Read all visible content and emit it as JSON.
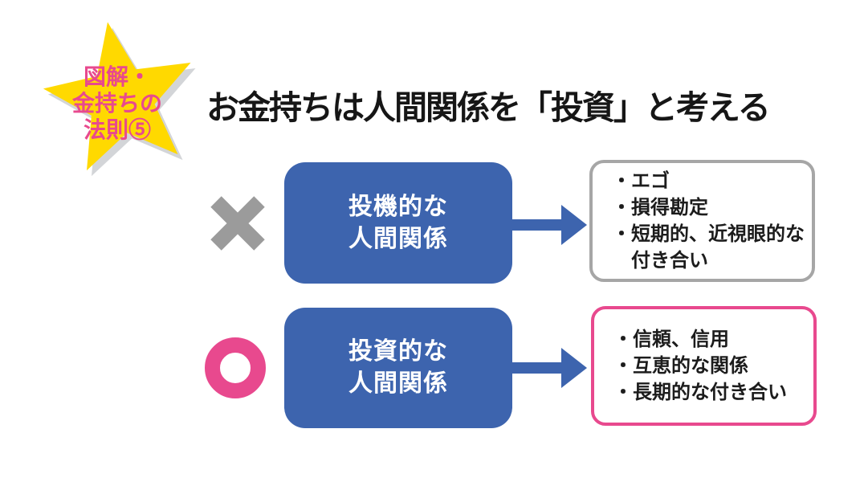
{
  "badge": {
    "line1": "図解・",
    "line2": "金持ちの",
    "line3": "法則⑤"
  },
  "title": "お金持ちは人間関係を「投資」と考える",
  "rows": {
    "speculative": {
      "mark": "cross-mark",
      "label_line1": "投機的な",
      "label_line2": "人間関係",
      "bullet1": "・エゴ",
      "bullet2": "・損得勘定",
      "bullet3": "・短期的、近視眼的な",
      "bullet4": "　付き合い"
    },
    "investment": {
      "mark": "circle-mark",
      "label_line1": "投資的な",
      "label_line2": "人間関係",
      "bullet1": "・信頼、信用",
      "bullet2": "・互恵的な関係",
      "bullet3": "・長期的な付き合い"
    }
  },
  "icons": {
    "badge_shape": "star",
    "bad_mark": "x-cross",
    "good_mark": "ring",
    "connector": "arrow-right"
  },
  "colors": {
    "star_yellow": "#ffd900",
    "star_shadow_gray": "#d3d5d8",
    "accent_pink": "#e8498e",
    "box_blue": "#3d64ae",
    "cross_gray": "#9b9b9b",
    "border_gray": "#a6a6a6",
    "text_black": "#1b1b1b"
  }
}
